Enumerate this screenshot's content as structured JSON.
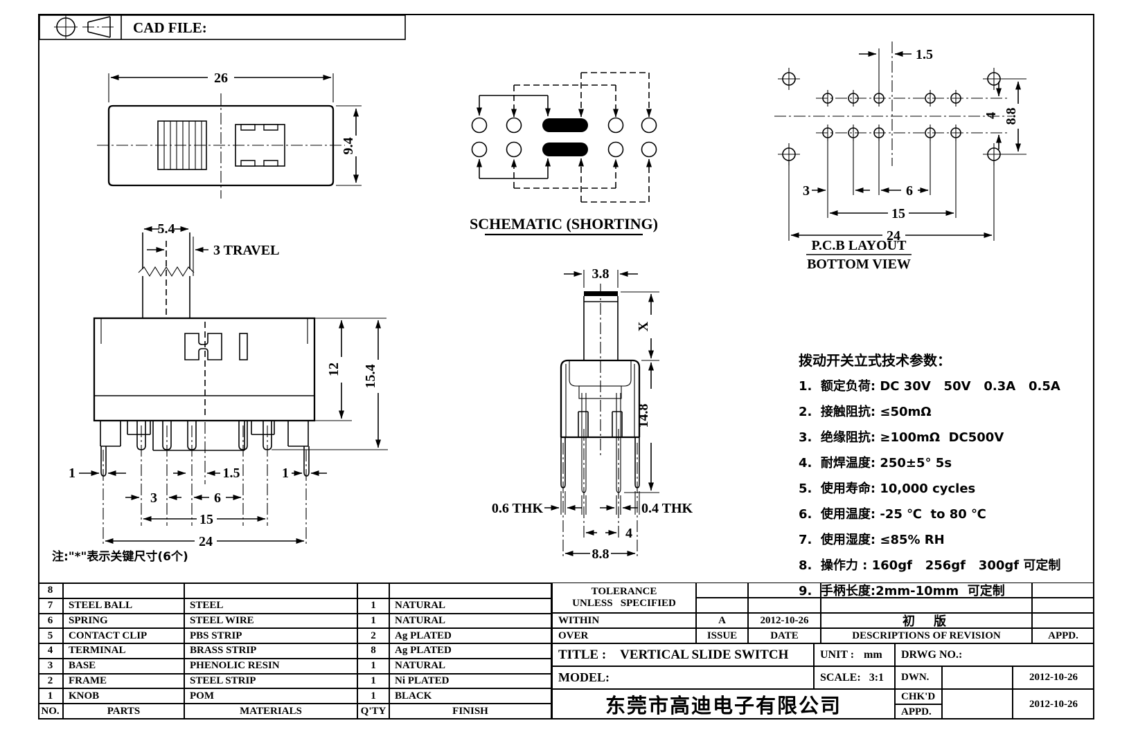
{
  "cad_file": {
    "label": "CAD FILE:"
  },
  "views": {
    "top": {
      "dim_26": "26",
      "dim_94": "9.4"
    },
    "schematic": {
      "caption": "SCHEMATIC (SHORTING)"
    },
    "pcb": {
      "dim_offset": "1.5",
      "dim_4": "4",
      "dim_88": "8.8",
      "dim_3": "3",
      "dim_6": "6",
      "dim_15": "15",
      "dim_24": "24",
      "caption_1": "P.C.B LAYOUT",
      "caption_2": "BOTTOM VIEW"
    },
    "front": {
      "dim_54": "5.4",
      "dim_travel": "3 TRAVEL",
      "dim_12": "12",
      "dim_154": "15.4",
      "dim_1_left": "1",
      "dim_15_center": "1.5",
      "dim_1_right": "1",
      "dim_3": "3",
      "dim_6": "6",
      "dim_15": "15",
      "dim_24": "24",
      "note": "注:\"*\"表示关键尺寸(6个)"
    },
    "side": {
      "dim_38": "3.8",
      "dim_x": "X",
      "dim_148": "14.8",
      "thk_left": "0.6 THK",
      "thk_right": "0.4 THK",
      "dim_4": "4",
      "dim_88": "8.8"
    }
  },
  "specs": {
    "title": "拨动开关立式技术参数：",
    "items": [
      "1.  额定负荷: DC 30V   50V   0.3A   0.5A",
      "2.  接触阻抗: ≤50mΩ",
      "3.  绝缘阻抗: ≥100mΩ  DC500V",
      "4.  耐焊温度: 250±5° 5s",
      "5.  使用寿命: 10,000 cycles",
      "6.  使用温度: -25 ℃  to 80 ℃",
      "7.  使用湿度: ≤85% RH",
      "8.  操作力 : 160gf   256gf   300gf 可定制",
      "9.  手柄长度:2mm-10mm  可定制"
    ]
  },
  "parts_table": {
    "headers": [
      "NO.",
      "PARTS",
      "MATERIALS",
      "Q'TY",
      "FINISH"
    ],
    "rows": [
      {
        "no": "8",
        "part": "",
        "material": "",
        "qty": "",
        "finish": ""
      },
      {
        "no": "7",
        "part": "STEEL BALL",
        "material": "STEEL",
        "qty": "1",
        "finish": "NATURAL"
      },
      {
        "no": "6",
        "part": "SPRING",
        "material": "STEEL WIRE",
        "qty": "1",
        "finish": "NATURAL"
      },
      {
        "no": "5",
        "part": "CONTACT CLIP",
        "material": "PBS STRIP",
        "qty": "2",
        "finish": "Ag PLATED"
      },
      {
        "no": "4",
        "part": "TERMINAL",
        "material": "BRASS STRIP",
        "qty": "8",
        "finish": "Ag PLATED"
      },
      {
        "no": "3",
        "part": "BASE",
        "material": "PHENOLIC RESIN",
        "qty": "1",
        "finish": "NATURAL"
      },
      {
        "no": "2",
        "part": "FRAME",
        "material": "STEEL STRIP",
        "qty": "1",
        "finish": "Ni PLATED"
      },
      {
        "no": "1",
        "part": "KNOB",
        "material": "POM",
        "qty": "1",
        "finish": "BLACK"
      }
    ]
  },
  "title_block": {
    "tolerance_1": "TOLERANCE",
    "tolerance_2": "UNLESS   SPECIFIED",
    "within": "WITHIN",
    "over": "OVER",
    "issue_value": "A",
    "issue_date": "2012-10-26",
    "issue_label": "ISSUE",
    "date_label": "DATE",
    "revision_value": "初  版",
    "revision_label": "DESCRIPTIONS OF REVISION",
    "appd_label": "APPD.",
    "title_label": "TITLE :",
    "title_value": "VERTICAL SLIDE SWITCH",
    "unit_label": "UNIT :",
    "unit_value": "mm",
    "drwg_label": "DRWG NO.:",
    "model_label": "MODEL:",
    "scale_label": "SCALE:",
    "scale_value": "3:1",
    "dwn_label": "DWN.",
    "dwn_date": "2012-10-26",
    "chkd_label": "CHK'D",
    "appd2_label": "APPD.",
    "approve_date": "2012-10-26",
    "company": "东莞市高迪电子有限公司"
  }
}
